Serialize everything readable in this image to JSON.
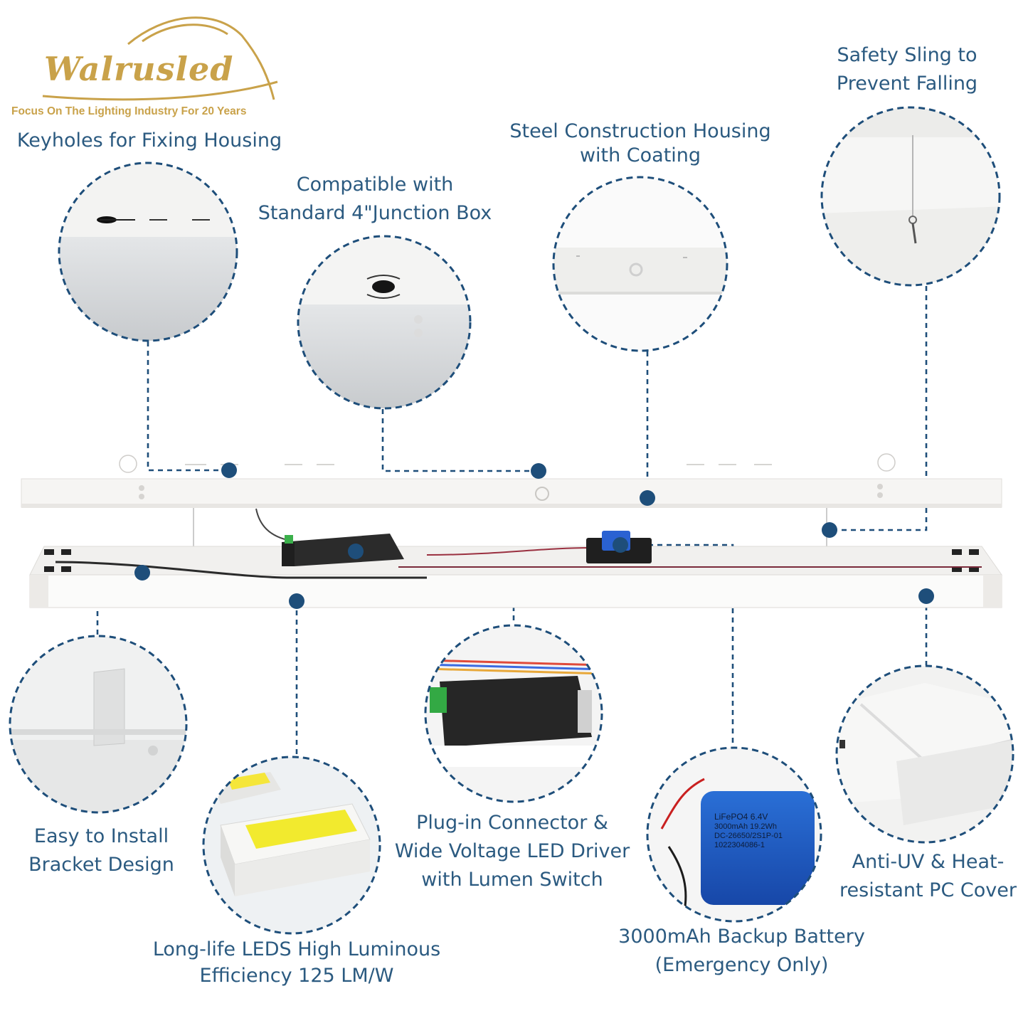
{
  "brand": {
    "name": "Walrusled",
    "tagline": "Focus On The Lighting Industry For 20 Years",
    "color": "#c9a24a"
  },
  "accent_color": "#1e4e7a",
  "features": [
    {
      "id": "keyholes",
      "lines": [
        "Keyholes for Fixing Housing"
      ]
    },
    {
      "id": "junction-box",
      "lines": [
        "Compatible with",
        "Standard 4\"Junction Box"
      ]
    },
    {
      "id": "steel-housing",
      "lines": [
        "Steel Construction Housing",
        "with Coating"
      ]
    },
    {
      "id": "safety-sling",
      "lines": [
        "Safety Sling to",
        "Prevent Falling"
      ]
    },
    {
      "id": "bracket",
      "lines": [
        "Easy to Install",
        "Bracket Design"
      ]
    },
    {
      "id": "leds",
      "lines": [
        "Long-life LEDS High Luminous",
        "Efficiency 125 LM/W"
      ]
    },
    {
      "id": "driver",
      "lines": [
        "Plug-in Connector &",
        "Wide Voltage LED Driver",
        "with Lumen Switch"
      ]
    },
    {
      "id": "battery",
      "lines": [
        "3000mAh Backup Battery",
        "(Emergency Only)"
      ]
    },
    {
      "id": "pc-cover",
      "lines": [
        "Anti-UV & Heat-",
        "resistant PC Cover"
      ]
    }
  ],
  "battery_label": {
    "line1": "LiFePO4  6.4V",
    "line2": "3000mAh  19.2Wh",
    "line3": "DC-26650/2S1P-01",
    "line4": "1022304086-1"
  }
}
